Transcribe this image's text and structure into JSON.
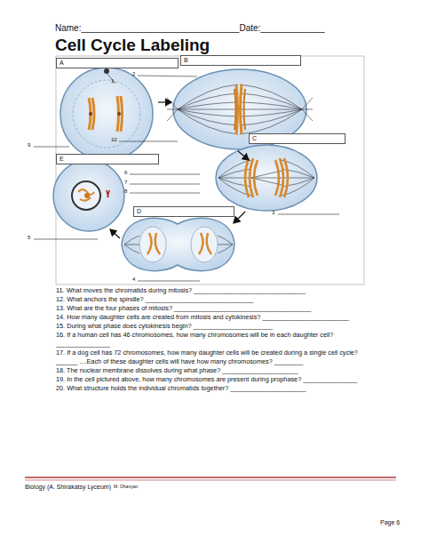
{
  "diagram": {
    "title": "Cell Cycle Labeling",
    "nodes": [
      {
        "text": [
          "A"
        ]
      },
      {
        "text": [
          "B"
        ]
      },
      {
        "text": [
          "C"
        ]
      },
      {
        "text": [
          "E"
        ]
      },
      {
        "text": [
          "D"
        ]
      }
    ],
    "labels": [
      "Name:________________________________Date:_____________",
      "1",
      "2",
      "3",
      "4",
      "5",
      "6",
      "7",
      "8",
      "9",
      "10",
      "11. What moves the chromatids during mitosis? _______________________________",
      "12. What anchors the spindle? ______________________________",
      "13. What are the four phases of mitosis? ______________________________________",
      "14. How many daughter cells are created from mitosis and cytokinesis? ________________________",
      "15. During what phase does cytokinesis begin? ______________________",
      "16. If a human cell has 46 chromosomes, how many chromosomes will be in each daughter cell? _______________",
      "17. If a dog cell has 72 chromosomes, how many daughter cells will be created during a single cell cycle? ______ ....Each of these daughter cells will have how many chromosomes? ________",
      "18. The nuclear membrane dissolves during what phase? _____________________",
      "19. In the cell pictured above, how many chromosomes are present during prophase? _______________",
      "20. What structure holds the individual chromatids together? _____________________",
      "Biology (A. Shirakatsy Lyceum)",
      "M. Ohanyan",
      "Page 6"
    ]
  }
}
